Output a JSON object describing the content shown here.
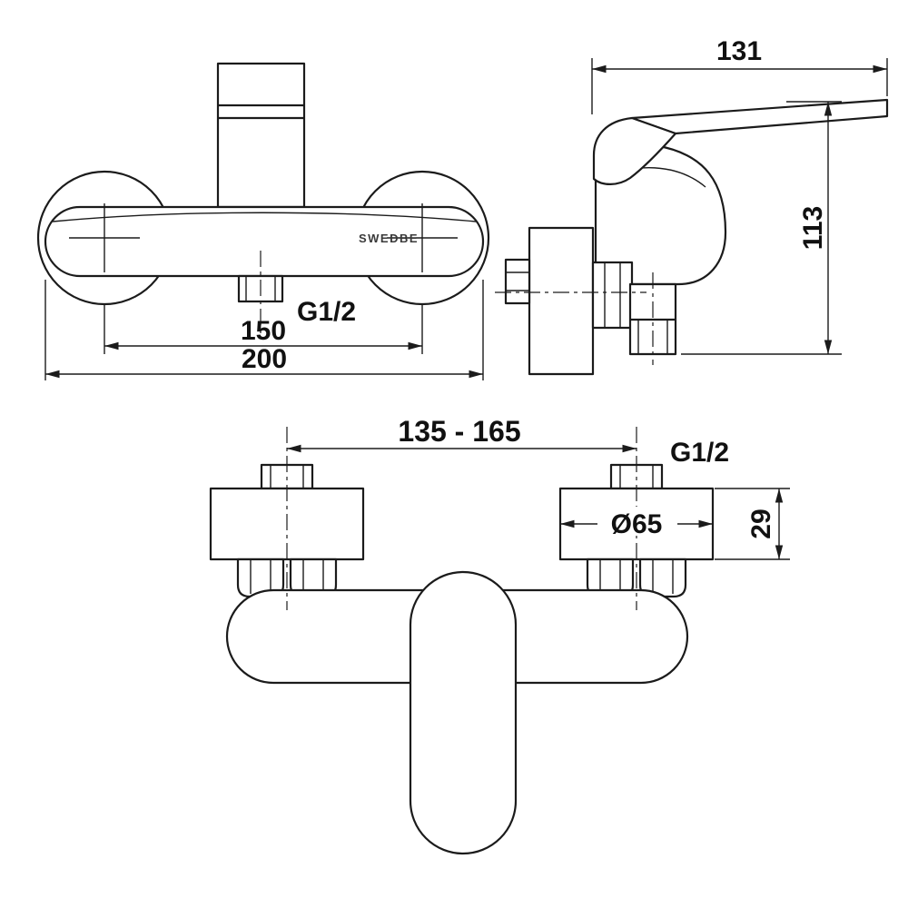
{
  "drawing": {
    "brand": "SWEDBE",
    "front_view": {
      "hole_spacing": "150",
      "overall_width": "200",
      "outlet_thread": "G1/2"
    },
    "side_view": {
      "depth": "131",
      "height": "113"
    },
    "top_view": {
      "inlet_spacing": "135 - 165",
      "inlet_thread": "G1/2",
      "flange_diameter": "Ø65",
      "flange_depth": "29"
    }
  }
}
